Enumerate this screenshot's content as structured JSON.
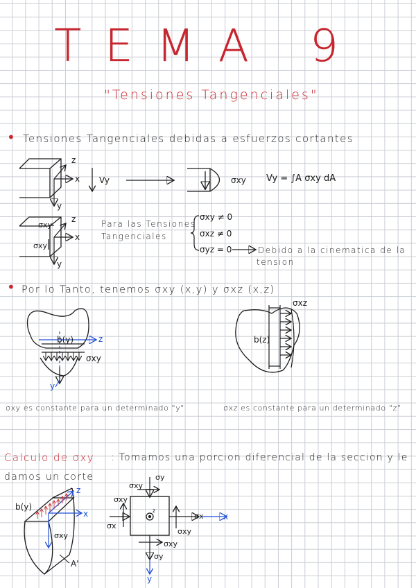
{
  "title": "TEMA 9",
  "subtitle": "\"Tensiones Tangenciales\"",
  "section1": {
    "bullet": "•",
    "heading": "Tensiones Tangenciales debidas a esfuerzos cortantes",
    "vy_label": "Vy",
    "sigma_xy": "σxy",
    "integral": "Vy = ∫A σxy dA",
    "axis_x": "x",
    "axis_y": "y",
    "axis_z": "z",
    "box_sigma_xy": "σxy",
    "box_sigma_xz": "σxy",
    "para_line1": "Para las Tensiones",
    "para_line2": "Tangenciales",
    "cond1": "σxy ≠ 0",
    "cond2": "σxz ≠ 0",
    "cond3": "σyz = 0",
    "cond3_note1": "Debido a la cinematica de la",
    "cond3_note2": "tension"
  },
  "section2": {
    "bullet": "•",
    "heading": "Por lo Tanto, tenemos σxy (x,y) y σxz (x,z)",
    "left_b": "b(y)",
    "left_z": "z",
    "left_sigma": "σxy",
    "left_y": "y",
    "right_sigma": "σxz",
    "right_b": "b(z)",
    "left_caption": "σxy es constante para un determinado \"y\"",
    "right_caption": "σxz es constante para un determinado \"z\""
  },
  "section3": {
    "heading_red": "Calculo de σxy",
    "heading_rest": ": Tomamos una porcion diferencial de la seccion y le",
    "line2": "damos un corte",
    "by": "b(y)",
    "z": "z",
    "x": "x",
    "sigma_xy_small": "σxy",
    "A_prime": "A'",
    "e_sigma_xy_top": "σxy",
    "e_sigma_y_top": "σy",
    "e_sigma_xy_left": "σxy",
    "e_sigma_x_left": "σx",
    "e_z": "z",
    "e_sigma_x_right": "σx",
    "e_x": "x",
    "e_sigma_xy_right": "σxy",
    "e_sigma_xy_bottom": "σxy",
    "e_sigma_y_bottom": "σy",
    "e_y": "y"
  },
  "colors": {
    "red": "#c6262e",
    "blue": "#1f4fd8",
    "ink": "#1c1c1c"
  }
}
